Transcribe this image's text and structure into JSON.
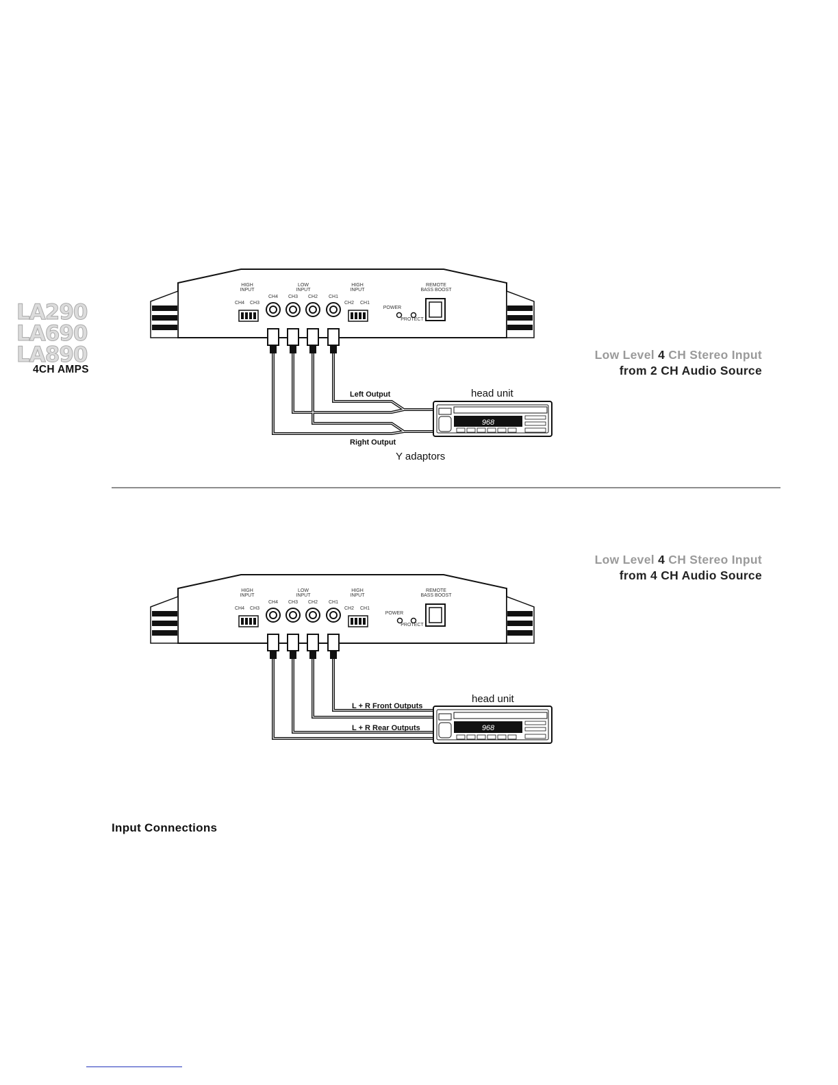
{
  "models": [
    "LA290",
    "LA690",
    "LA890"
  ],
  "amps_label": "4CH AMPS",
  "amp_panel": {
    "high_input": "HIGH\nINPUT",
    "low_input": "LOW\nINPUT",
    "remote_bass_boost": "REMOTE\nBASS BOOST",
    "power": "POWER",
    "protect": "PROTECT",
    "ch_left": [
      "CH4",
      "CH3"
    ],
    "ch_rca": [
      "CH4",
      "CH3",
      "CH2",
      "CH1"
    ],
    "ch_right": [
      "CH2",
      "CH1"
    ]
  },
  "diagram1": {
    "heading_line1": {
      "part1": "Low Level ",
      "part2": "4",
      "part3": " CH Stereo Input"
    },
    "heading_line2": "from 2 CH Audio Source",
    "left_output": "Left Output",
    "right_output": "Right Output",
    "y_adaptors": "Y adaptors",
    "head_unit": "head unit",
    "display": "968"
  },
  "diagram2": {
    "heading_line1": {
      "part1": "Low Level ",
      "part2": "4",
      "part3": " CH Stereo Input"
    },
    "heading_line2": "from 4 CH Audio Source",
    "front_outputs": "L + R Front Outputs",
    "rear_outputs": "L + R Rear Outputs",
    "head_unit": "head unit",
    "display": "968"
  },
  "section_title": "Input Connections"
}
